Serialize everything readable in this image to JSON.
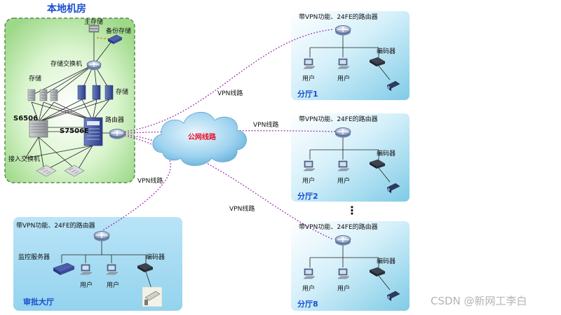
{
  "datacenter": {
    "title": "本地机房",
    "primary_storage": "主存储",
    "backup_storage": "备份存储",
    "storage_switch": "存储交换机",
    "storage_left": "存储",
    "storage_right": "存储",
    "core_switch_1": "S6506",
    "core_switch_2": "S7506E",
    "router": "路由器",
    "access_switch": "接入交换机"
  },
  "wan": {
    "label": "公网线路"
  },
  "vpn_link_label": "VPN线路",
  "branch_router_label": "带VPN功能、24FE的路由器",
  "user_label": "用户",
  "encoder_label": "编码器",
  "branches": [
    {
      "name": "分厅1"
    },
    {
      "name": "分厅2"
    },
    {
      "name": "分厅8"
    }
  ],
  "ellipsis": "⋮",
  "approval_hall": {
    "name": "审批大厅",
    "router_label": "带VPN功能、24FE的路由器",
    "monitor_server": "监控服务器"
  },
  "watermark": "CSDN @新网工李白",
  "colors": {
    "vpn_line": "#9a2aa8",
    "datacenter_border": "#3f7a35",
    "branch_fill": "#a7dcef",
    "title_blue": "#1a4fd0",
    "wan_text": "#e8102a"
  }
}
